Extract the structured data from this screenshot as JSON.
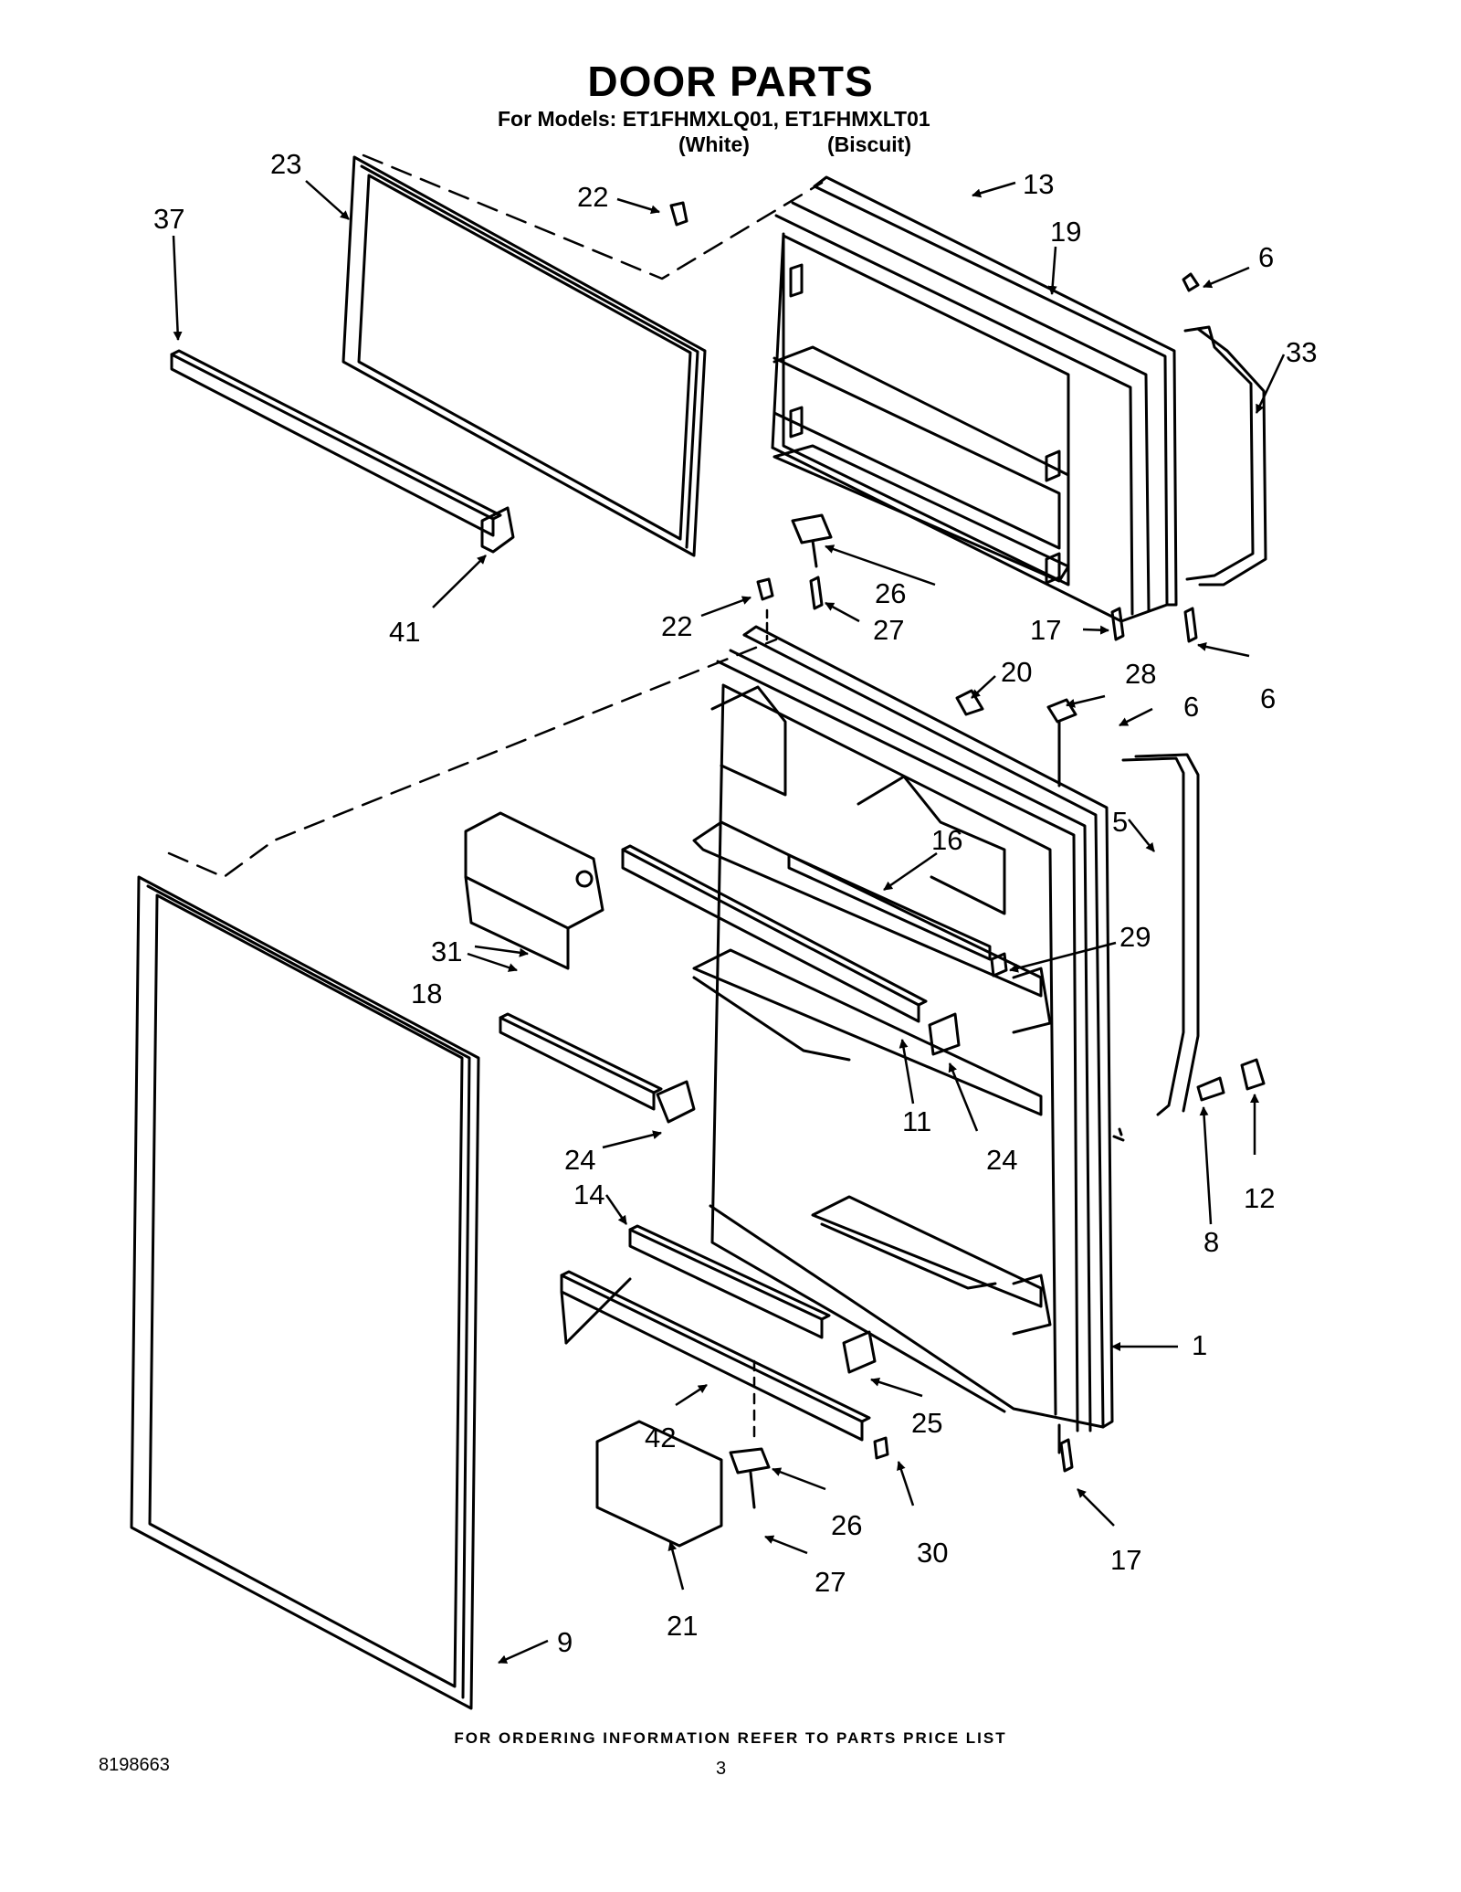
{
  "header": {
    "title": "DOOR PARTS",
    "models_line": "For Models: ET1FHMXLQ01, ET1FHMXLT01",
    "variant_white": "(White)",
    "variant_biscuit": "(Biscuit)"
  },
  "callouts": [
    "1",
    "5",
    "6",
    "6",
    "6",
    "8",
    "9",
    "11",
    "12",
    "13",
    "14",
    "16",
    "17",
    "17",
    "18",
    "19",
    "20",
    "21",
    "22",
    "22",
    "23",
    "24",
    "24",
    "25",
    "26",
    "26",
    "27",
    "27",
    "28",
    "29",
    "30",
    "31",
    "33",
    "37",
    "41",
    "42"
  ],
  "footer": {
    "ordering_note": "FOR ORDERING INFORMATION REFER TO PARTS PRICE LIST",
    "document_number": "8198663",
    "page_number": "3"
  }
}
